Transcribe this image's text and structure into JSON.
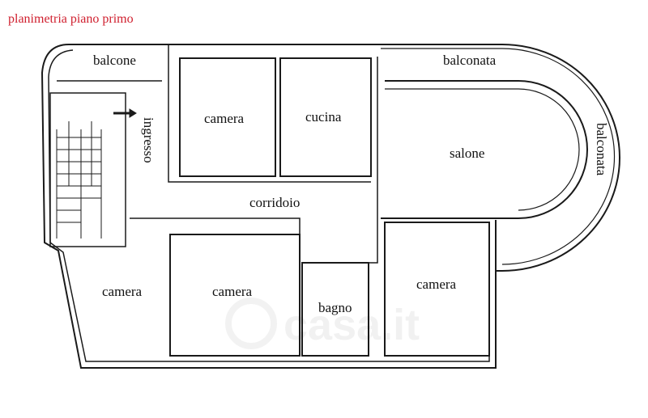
{
  "title": "planimetria piano primo",
  "rooms": {
    "balcone": "balcone",
    "ingresso": "ingresso",
    "camera_top": "camera",
    "cucina": "cucina",
    "balconata_top": "balconata",
    "balconata_right": "balconata",
    "salone": "salone",
    "corridoio": "corridoio",
    "camera_bottom_left": "camera",
    "camera_bottom_mid": "camera",
    "bagno": "bagno",
    "camera_bottom_right": "camera"
  },
  "watermark": "casa.it",
  "colors": {
    "title": "#d0202f",
    "walls": "#1a1a1a"
  }
}
